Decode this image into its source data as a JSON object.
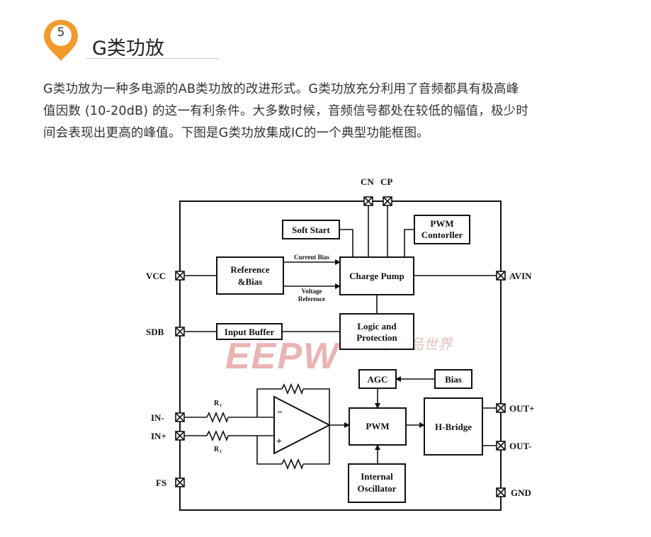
{
  "section": {
    "number": "5",
    "title": "G类功放",
    "accent_color": "#f39a2b"
  },
  "paragraph": {
    "line1": "G类功放为一种多电源的AB类功放的改进形式。G类功放充分利用了音频都具有极高峰",
    "line2": "值因数 (10-20dB) 的这一有利条件。大多数时候，音频信号都处在较低的幅值，极少时",
    "line3": "间会表现出更高的峰值。下图是G类功放集成IC的一个典型功能框图。"
  },
  "diagram": {
    "pins": {
      "cn": "CN",
      "cp": "CP",
      "vcc": "VCC",
      "avin": "AVIN",
      "sdb": "SDB",
      "in_minus": "IN-",
      "in_plus": "IN+",
      "out_plus": "OUT+",
      "out_minus": "OUT-",
      "fs": "FS",
      "gnd": "GND"
    },
    "blocks": {
      "soft_start": "Soft Start",
      "pwm_controller_1": "PWM",
      "pwm_controller_2": "Contorller",
      "reference_1": "Reference",
      "reference_2": "&Bias",
      "charge_pump": "Charge Pump",
      "logic_1": "Logic and",
      "logic_2": "Protection",
      "input_buffer": "Input Buffer",
      "agc": "AGC",
      "bias": "Bias",
      "pwm": "PWM",
      "h_bridge": "H-Bridge",
      "oscillator_1": "Internal",
      "oscillator_2": "Oscillator"
    },
    "signals": {
      "current_bias": "Current Bias",
      "voltage_1": "Voltage",
      "voltage_2": "Reference",
      "r1_top": "R",
      "r1_bottom": "R",
      "r1_sub": "1",
      "op_minus": "−",
      "op_plus": "+"
    },
    "watermark": {
      "logo": "EEPW",
      "text": "电子产品世界",
      "color": "#e8a6a6"
    }
  }
}
